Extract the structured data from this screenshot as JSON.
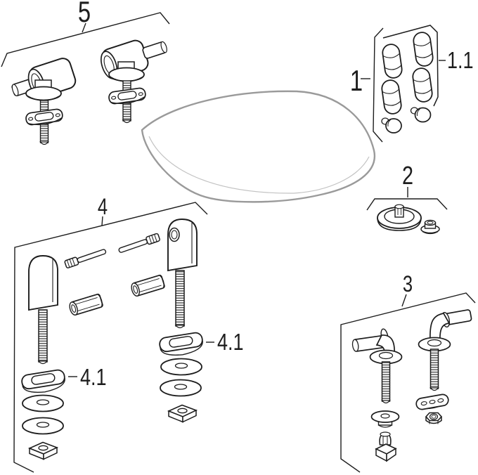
{
  "diagram": {
    "kind": "exploded-spare-parts-diagram",
    "background_color": "#ffffff",
    "line_color": "#1d1d1d",
    "seat_outline_color": "#9a9a9a",
    "callouts": {
      "group5": "5",
      "group1": "1",
      "group1_sub": "1.1",
      "group2": "2",
      "group3": "3",
      "group4": "4",
      "group4_sub_left": "4.1",
      "group4_sub_right": "4.1"
    }
  }
}
